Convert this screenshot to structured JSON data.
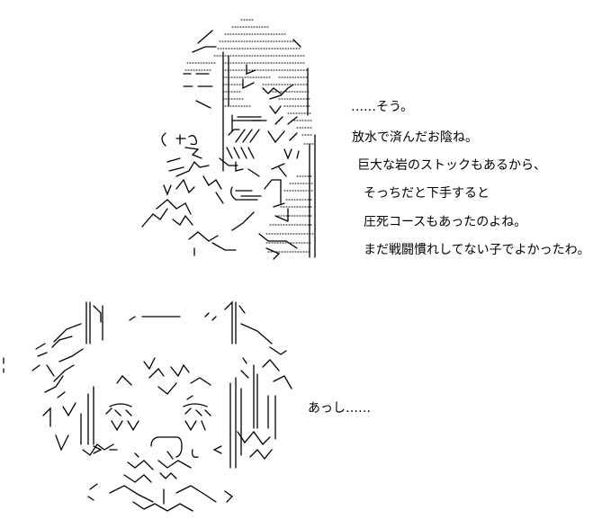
{
  "dialogue": {
    "speaker_a": {
      "lines": [
        "……そう。",
        "放水で済んだお陰ね。",
        "巨大な岩のストックもあるから、",
        "そっちだと下手すると",
        "圧死コースもあったのよね。",
        "まだ戦闘慣れしてない子でよかったわ。"
      ]
    },
    "speaker_b": {
      "lines": [
        "あっし……"
      ]
    }
  },
  "art": {
    "top_character": "ascii-art-figure-long-hair-hand-raised",
    "bottom_character": "ascii-art-face-spiky-hair-blushing"
  },
  "colors": {
    "background": "#ffffff",
    "ink": "#000000"
  }
}
